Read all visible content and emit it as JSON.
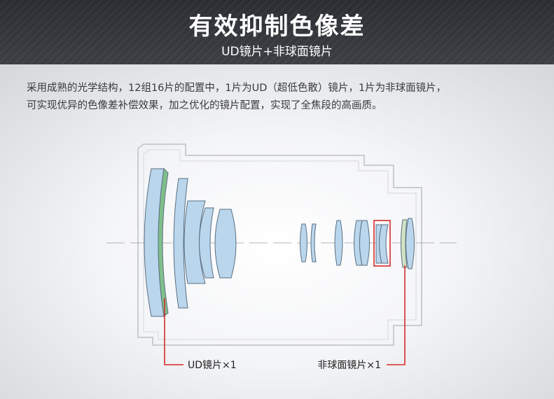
{
  "header": {
    "title": "有效抑制色像差",
    "subtitle": "UD镜片+非球面镜片"
  },
  "description": {
    "line1": "采用成熟的光学结构，12组16片的配置中，1片为UD（超低色散）镜片，1片为非球面镜片，",
    "line2": "可实现优异的色像差补偿效果，加之优化的镜片配置，实现了全焦段的高画质。"
  },
  "callouts": {
    "ud": "UD镜片×1",
    "aspherical": "非球面镜片×1"
  },
  "colors": {
    "lens_fill": "#b9d6ec",
    "lens_stroke": "#5c6f82",
    "ud_fill": "#7fbf8a",
    "aspherical_fill": "#cfe3c4",
    "highlight_red": "#d62b2b"
  }
}
